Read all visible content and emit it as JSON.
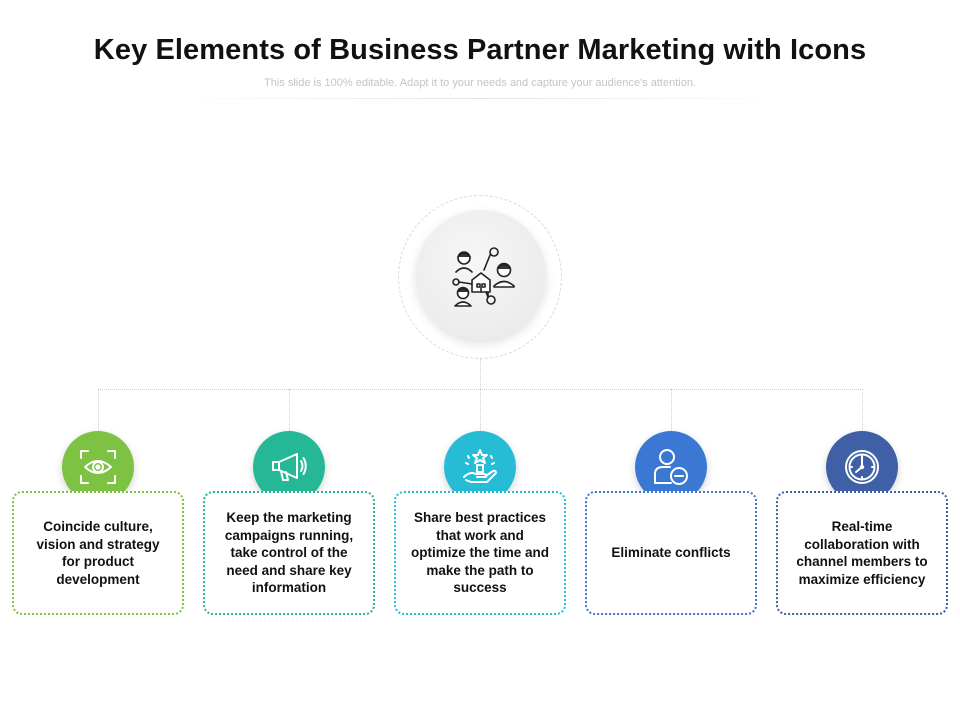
{
  "slide": {
    "title": "Key Elements of Business Partner Marketing with Icons",
    "subtitle": "This slide is 100% editable. Adapt it to your needs and capture your audience's attention."
  },
  "hub": {
    "icon": "business-network-icon"
  },
  "steps": [
    {
      "text": "Coincide culture, vision and strategy for product development",
      "icon": "eye-scan-icon",
      "color": "#7dc242"
    },
    {
      "text": "Keep the marketing campaigns running, take control of the need and share key information",
      "icon": "megaphone-icon",
      "color": "#26b896"
    },
    {
      "text": "Share best practices that work and optimize the time and make the path to success",
      "icon": "hand-star-icon",
      "color": "#27bcd6"
    },
    {
      "text": "Eliminate conflicts",
      "icon": "user-remove-icon",
      "color": "#3a78d4"
    },
    {
      "text": "Real-time collaboration with channel members to maximize efficiency",
      "icon": "clock-icon",
      "color": "#3f5fa6"
    }
  ]
}
